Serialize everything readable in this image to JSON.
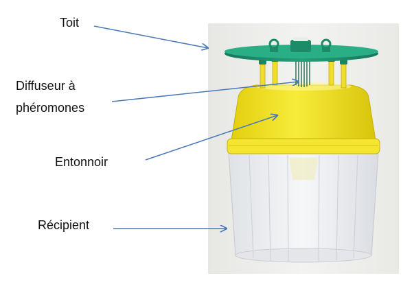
{
  "labels": {
    "roof": "Toit",
    "diffuser_line1": "Diffuseur à",
    "diffuser_line2": "phéromones",
    "funnel": "Entonnoir",
    "container": "Récipient"
  },
  "photo": {
    "subject": "pheromone insect trap"
  },
  "colors": {
    "arrow": "#4a78b8",
    "roof": "#1f8f6e",
    "funnel": "#f2e22a",
    "container": "#eef0f3",
    "background": "#f1f1ef"
  }
}
